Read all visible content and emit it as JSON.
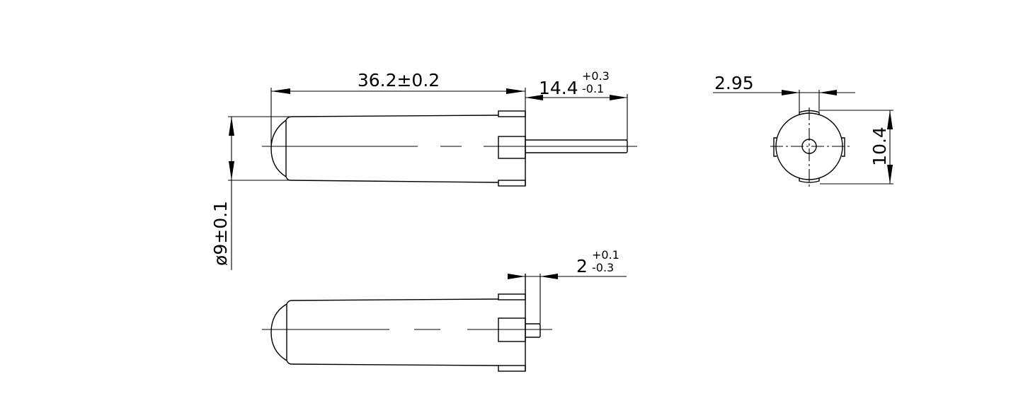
{
  "drawing": {
    "top_view": {
      "overall_length": "36.2±0.2",
      "pin_length_nominal": "14.4",
      "pin_length_upper_tol": "+0.3",
      "pin_length_lower_tol": "-0.1",
      "diameter": "ø9±0.1"
    },
    "bottom_view": {
      "pin_length_nominal": "2",
      "pin_length_upper_tol": "+0.1",
      "pin_length_lower_tol": "-0.3"
    },
    "end_view": {
      "tab_width": "2.95",
      "tab_span": "10.4"
    }
  }
}
